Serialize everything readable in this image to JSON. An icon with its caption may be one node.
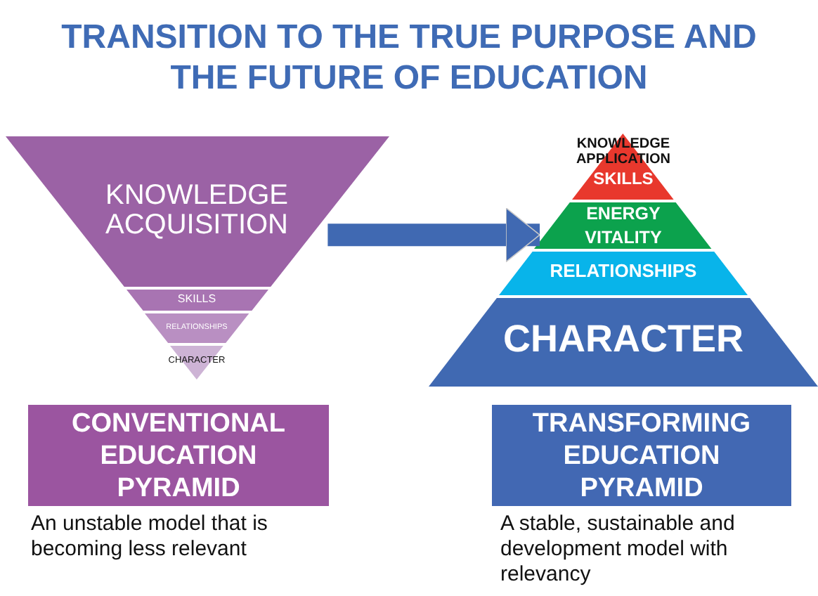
{
  "diagram": {
    "title": "TRANSITION TO THE TRUE PURPOSE AND THE FUTURE OF EDUCATION",
    "nodes": [
      {
        "text": [
          "KNOWLEDGE ACQUISITION"
        ]
      },
      {
        "text": [
          "SKILLS"
        ]
      },
      {
        "text": [
          "RELATIONSHIPS"
        ]
      },
      {
        "text": [
          "CHARACTER"
        ]
      },
      {
        "text": [
          "KNOWLEDGE APPLICATION",
          "SKILLS"
        ]
      },
      {
        "text": [
          "ENERGY VITALITY"
        ]
      },
      {
        "text": [
          "RELATIONSHIPS"
        ]
      },
      {
        "text": [
          "CHARACTER"
        ]
      },
      {
        "text": [
          "CONVENTIONAL EDUCATION PYRAMID"
        ]
      },
      {
        "text": [
          "TRANSFORMING EDUCATION PYRAMID"
        ]
      }
    ],
    "edges": [
      {
        "from": 0,
        "to": 5,
        "arrow": "to"
      }
    ],
    "labels": [
      "An unstable model that is becoming less relevant",
      "A stable, sustainable and development model with relevancy"
    ]
  }
}
